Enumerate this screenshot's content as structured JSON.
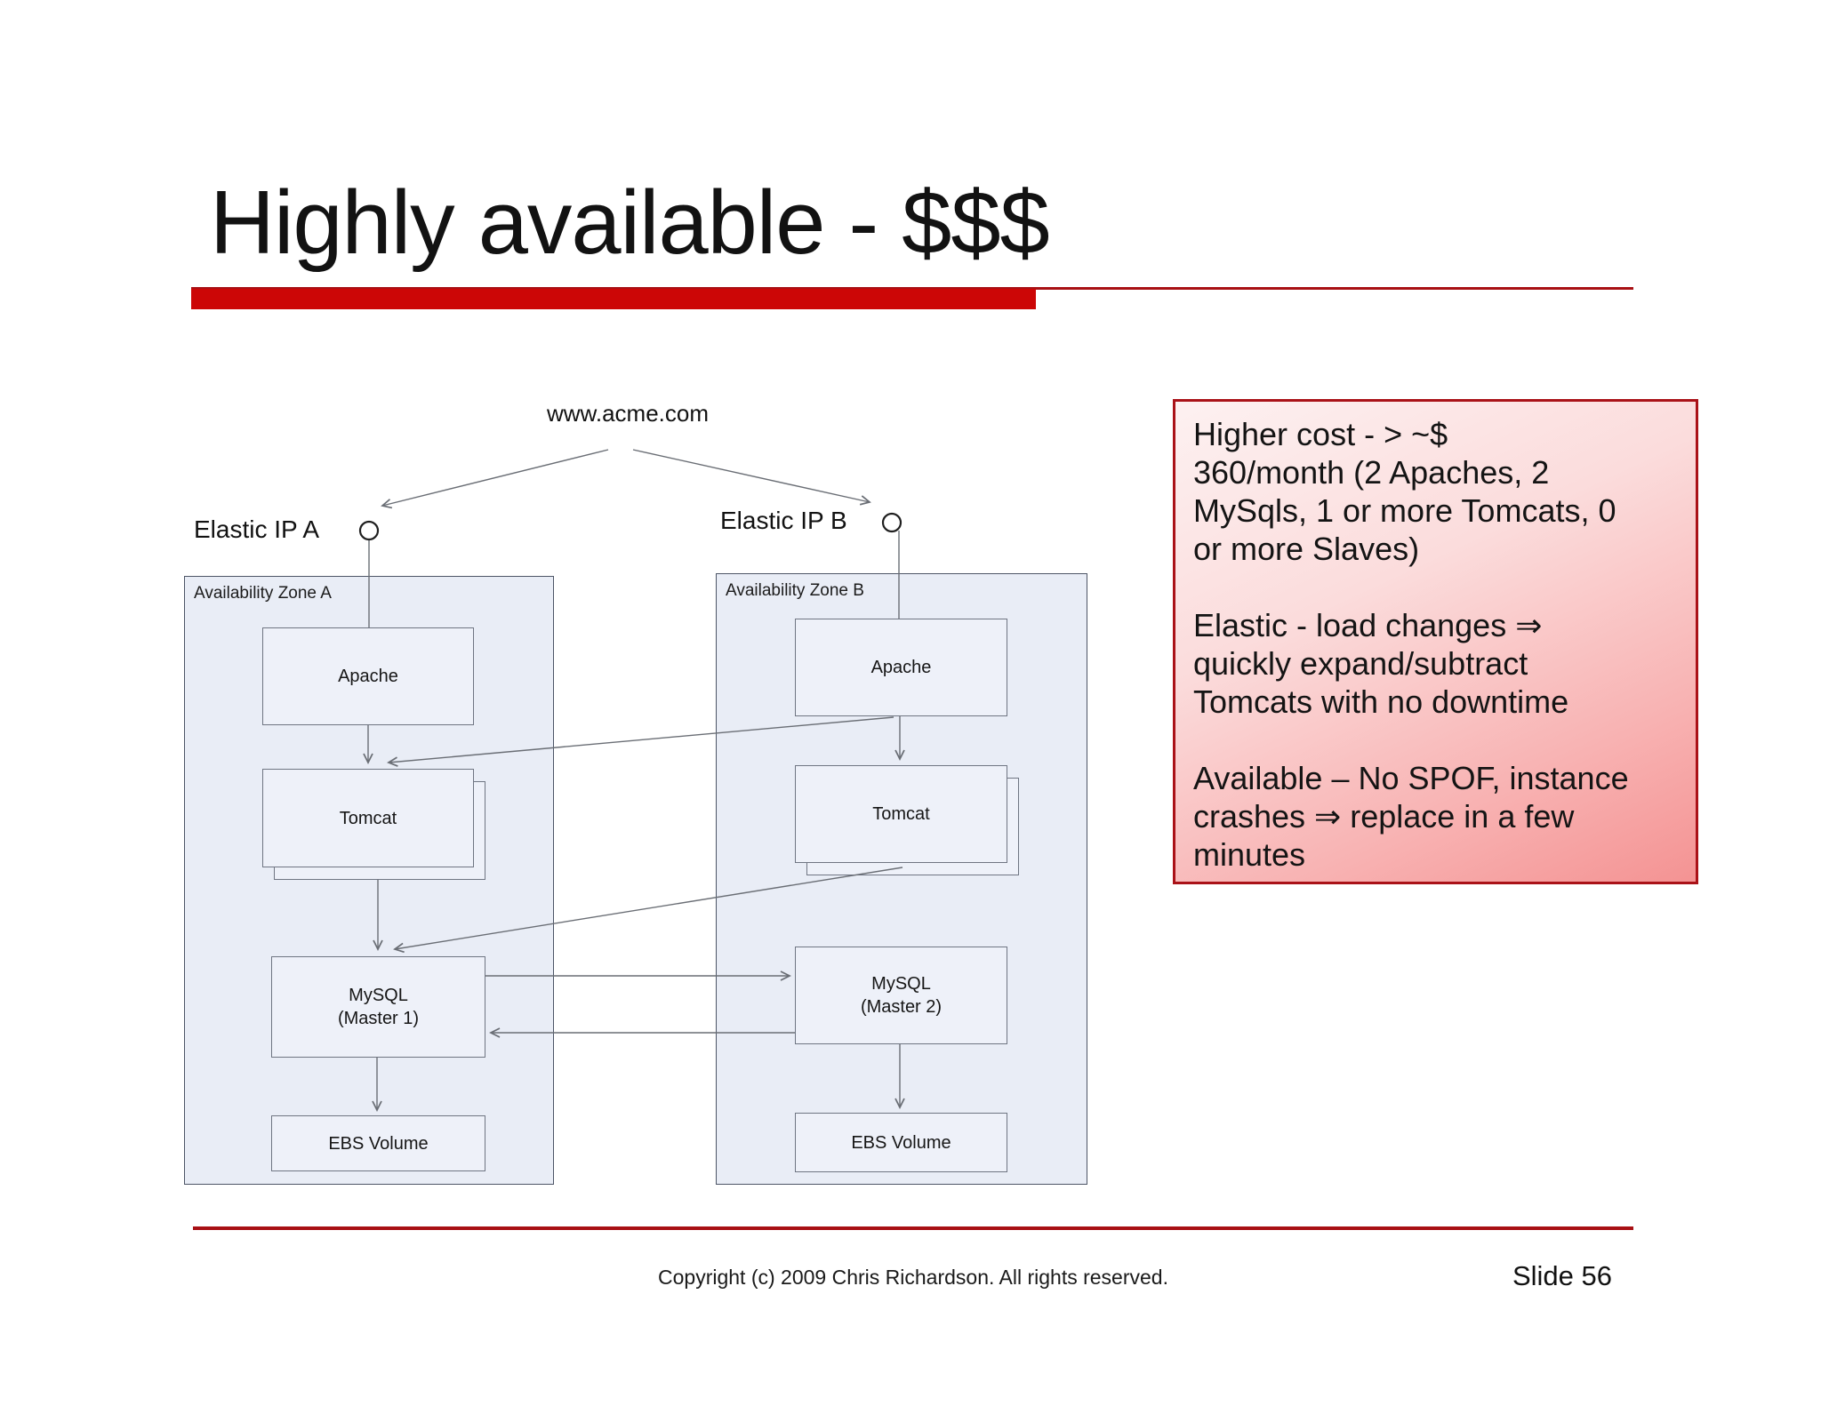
{
  "title": "Highly available - $$$",
  "diagram": {
    "domain": "www.acme.com",
    "elastic_ip_a": "Elastic IP A",
    "elastic_ip_b": "Elastic IP B",
    "zone_a": {
      "label": "Availability Zone A",
      "apache": "Apache",
      "tomcat": "Tomcat",
      "mysql": "MySQL\n(Master 1)",
      "ebs": "EBS Volume"
    },
    "zone_b": {
      "label": "Availability Zone B",
      "apache": "Apache",
      "tomcat": "Tomcat",
      "mysql": "MySQL\n(Master 2)",
      "ebs": "EBS Volume"
    }
  },
  "note": {
    "p1": "Higher cost - > ~$\n360/month (2 Apaches, 2\nMySqls, 1 or more Tomcats, 0\nor more Slaves)",
    "p2": "Elastic - load changes ⇒\nquickly expand/subtract\nTomcats with no downtime",
    "p3": "Available – No SPOF, instance\ncrashes ⇒ replace in a few\nminutes"
  },
  "footer": {
    "copyright": "Copyright (c) 2009 Chris Richardson. All rights reserved.",
    "slide_number": "Slide 56"
  },
  "colors": {
    "accent_bar": "#cc0606",
    "accent_line": "#a81014",
    "note_border": "#aa1218",
    "note_fill_top": "#fdf1f1",
    "note_fill_bottom": "#f49393",
    "zone_fill": "#e9edf6",
    "node_fill": "#eef1f9",
    "connector": "#6a6e75"
  }
}
